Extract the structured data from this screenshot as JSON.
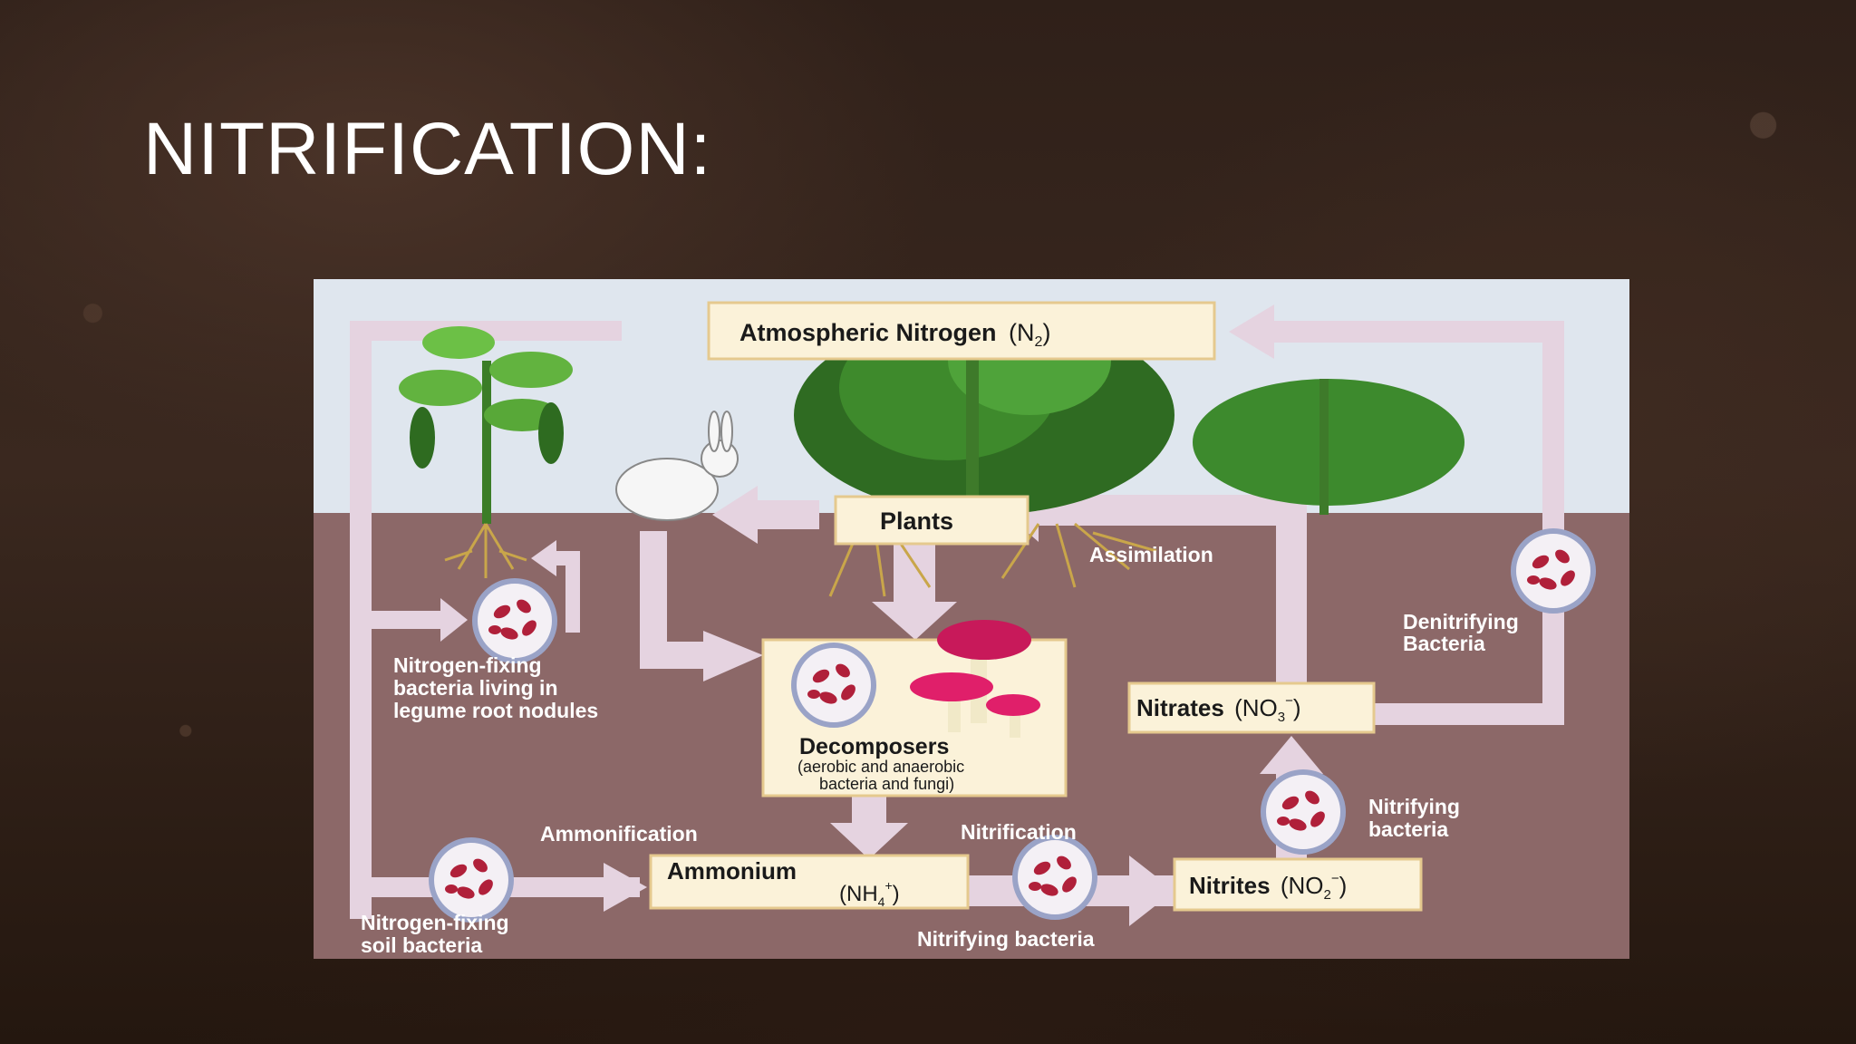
{
  "slide": {
    "title": "NITRIFICATION:"
  },
  "diagram": {
    "atmospheric": {
      "label": "Atmospheric Nitrogen",
      "formula": "(N",
      "sub": "2",
      "close": ")"
    },
    "plants": "Plants",
    "assimilation": "Assimilation",
    "denitrifying": [
      "Denitrifying",
      "Bacteria"
    ],
    "nitrogen_fixing_legume": [
      "Nitrogen-fixing",
      "bacteria living in",
      "legume root nodules"
    ],
    "decomposers": {
      "label": "Decomposers",
      "line1": "(aerobic and anaerobic",
      "line2": "bacteria and fungi)"
    },
    "nitrates": {
      "label": "Nitrates",
      "formula": "(NO",
      "sub": "3",
      "sup": "−",
      "close": ")"
    },
    "nitrifying_top": [
      "Nitrifying",
      "bacteria"
    ],
    "ammonification": "Ammonification",
    "nitrification": "Nitrification",
    "ammonium": {
      "label": "Ammonium",
      "formula": "(NH",
      "sub": "4",
      "sup": "+",
      "close": ")"
    },
    "nitrites": {
      "label": "Nitrites",
      "formula": "(NO",
      "sub": "2",
      "sup": "−",
      "close": ")"
    },
    "nitrogen_fixing_soil": [
      "Nitrogen-fixing",
      "soil bacteria"
    ],
    "nitrifying_bottom": "Nitrifying bacteria"
  },
  "colors": {
    "sky": "#dfe6ee",
    "soil": "#8c6868",
    "arrow": "#e5d3e0",
    "box": "#fbf2d9",
    "box_border": "#e5c98e",
    "bacteria": "#b0203a",
    "label_white": "#ffffff"
  }
}
